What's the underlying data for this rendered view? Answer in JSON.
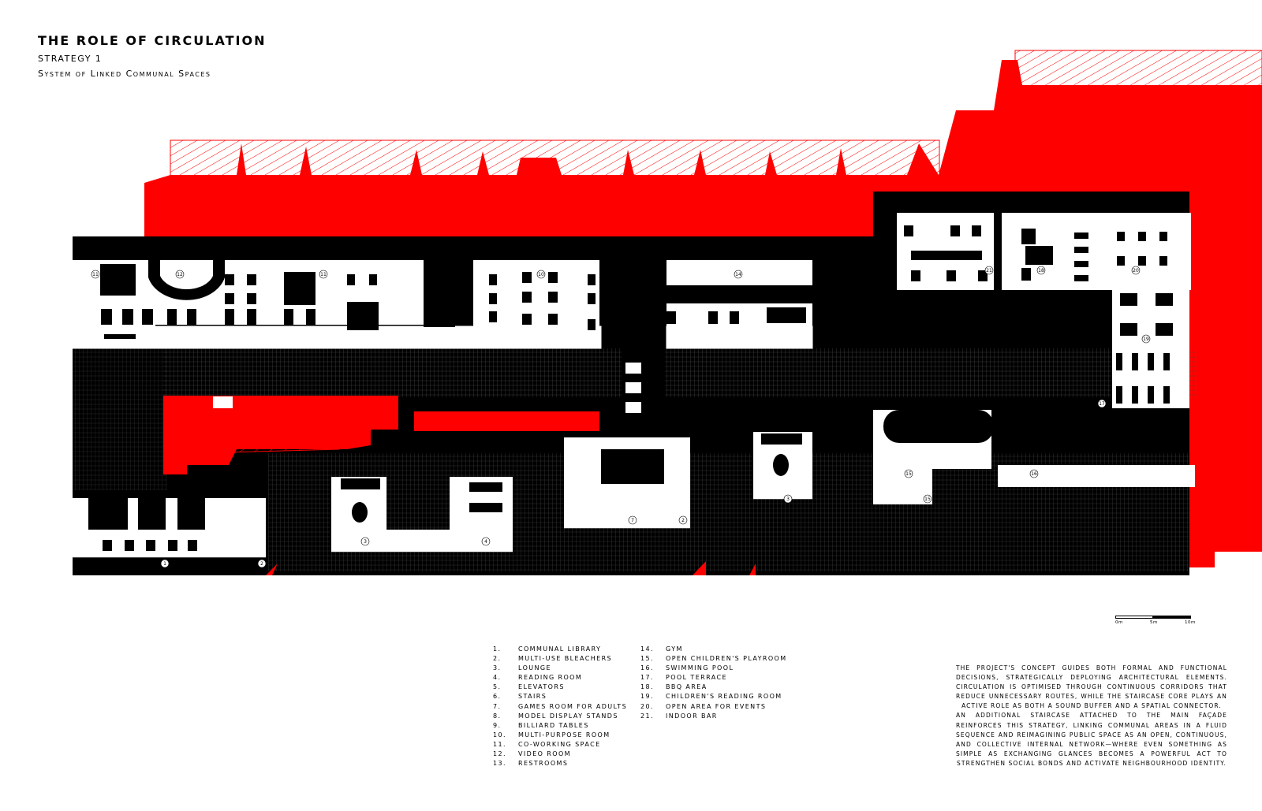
{
  "header": {
    "title": "THE ROLE OF CIRCULATION",
    "strategy": "STRATEGY 1",
    "subtitle": "System of Linked Communal Spaces"
  },
  "colors": {
    "accent": "#ff0000",
    "ink": "#000000",
    "paper": "#ffffff"
  },
  "legend_left": [
    {
      "num": "1.",
      "label": "communal library"
    },
    {
      "num": "2.",
      "label": "multi-use bleachers"
    },
    {
      "num": "3.",
      "label": "lounge"
    },
    {
      "num": "4.",
      "label": "reading room"
    },
    {
      "num": "5.",
      "label": "elevators"
    },
    {
      "num": "6.",
      "label": "stairs"
    },
    {
      "num": "7.",
      "label": "games room for adults"
    },
    {
      "num": "8.",
      "label": "model display stands"
    },
    {
      "num": "9.",
      "label": "billiard tables"
    },
    {
      "num": "10.",
      "label": "multi-purpose room"
    },
    {
      "num": "11.",
      "label": "co-working space"
    },
    {
      "num": "12.",
      "label": "video room"
    },
    {
      "num": "13.",
      "label": "restrooms"
    }
  ],
  "legend_right": [
    {
      "num": "14.",
      "label": "gym"
    },
    {
      "num": "15.",
      "label": "open children's playroom"
    },
    {
      "num": "16.",
      "label": "swimming pool"
    },
    {
      "num": "17.",
      "label": "pool terrace"
    },
    {
      "num": "18.",
      "label": "bbq area"
    },
    {
      "num": "19.",
      "label": "children's reading room"
    },
    {
      "num": "20.",
      "label": "open area for events"
    },
    {
      "num": "21.",
      "label": "indoor bar"
    }
  ],
  "description": {
    "para1": "The project's concept guides both formal and functional decisions, strategically deploying architectural elements. Circulation is optimised through continuous corridors that reduce unnecessary routes, while the staircase core plays an active role as both a sound buffer and a spatial connector.",
    "para2": "An additional staircase attached to the main façade reinforces this strategy, linking communal areas in a fluid sequence and reimagining public space as an open, continuous, and collective internal network—where even something as simple as exchanging glances becomes a powerful act to strengthen social bonds and activate neighbourhood identity."
  },
  "scale_bar": {
    "labels": [
      "0m",
      "5m",
      "10m"
    ]
  },
  "plan_labels": [
    {
      "id": "tag-11a",
      "text": "11"
    },
    {
      "id": "tag-12",
      "text": "12"
    },
    {
      "id": "tag-11b",
      "text": "11"
    },
    {
      "id": "tag-10",
      "text": "10"
    },
    {
      "id": "tag-14",
      "text": "14"
    },
    {
      "id": "tag-21",
      "text": "21"
    },
    {
      "id": "tag-18",
      "text": "18"
    },
    {
      "id": "tag-20",
      "text": "20"
    },
    {
      "id": "tag-19",
      "text": "19"
    },
    {
      "id": "tag-17",
      "text": "17"
    },
    {
      "id": "tag-1",
      "text": "1"
    },
    {
      "id": "tag-2a",
      "text": "2"
    },
    {
      "id": "tag-3a",
      "text": "3"
    },
    {
      "id": "tag-4",
      "text": "4"
    },
    {
      "id": "tag-7",
      "text": "7"
    },
    {
      "id": "tag-2b",
      "text": "2"
    },
    {
      "id": "tag-3b",
      "text": "3"
    },
    {
      "id": "tag-15a",
      "text": "15"
    },
    {
      "id": "tag-15b",
      "text": "15"
    },
    {
      "id": "tag-16",
      "text": "16"
    }
  ]
}
